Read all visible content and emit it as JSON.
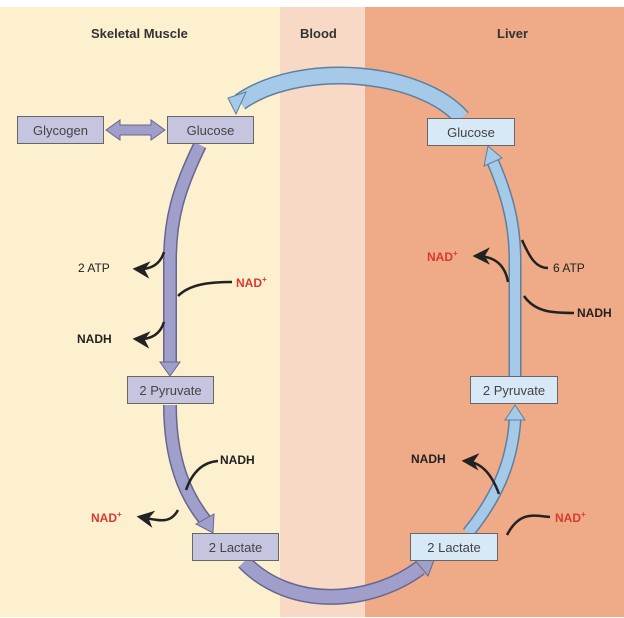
{
  "regions": {
    "muscle": "Skeletal Muscle",
    "blood": "Blood",
    "liver": "Liver"
  },
  "colors": {
    "muscle_bg": "#fcf0cf",
    "blood_bg": "#f7d9c6",
    "liver_bg": "#efaa88",
    "muscle_arrow": "#a09fcb",
    "liver_arrow": "#a5c9e8",
    "red_text": "#d83a2e"
  },
  "muscle": {
    "glycogen": "Glycogen",
    "glucose": "Glucose",
    "pyruvate": "2 Pyruvate",
    "lactate": "2 Lactate",
    "atp": "2 ATP",
    "nad1": "NAD",
    "nadh1": "NADH",
    "nadh2": "NADH",
    "nad2": "NAD"
  },
  "liver": {
    "glucose": "Glucose",
    "pyruvate": "2 Pyruvate",
    "lactate": "2 Lactate",
    "atp": "6 ATP",
    "nad1": "NAD",
    "nadh1": "NADH",
    "nadh2": "NADH",
    "nad2": "NAD"
  },
  "superscript_plus": "+"
}
